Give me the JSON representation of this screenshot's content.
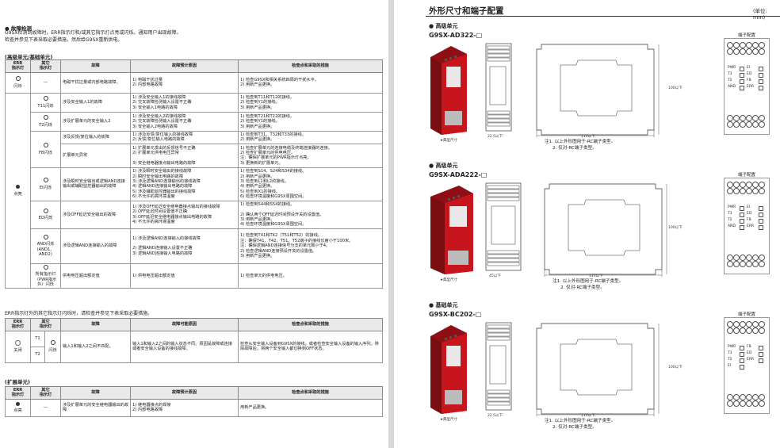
{
  "left": {
    "section_title": "● 故障检测",
    "intro_line1": "G9SX检测到故障时，ERR指示灯和/或其它指示灯点亮或闪烁。通知用户出现故障。",
    "intro_line2": "检查并参见下表采取必要措施，然后给G9SX重新供电。",
    "advanced_heading": "(高级单元/基础单元)",
    "headers": [
      "ERR\n指示灯",
      "其它\n指示灯",
      "故障",
      "故障预计原因",
      "检查点和采取的措施"
    ],
    "rows": [
      {
        "err": "闪烁",
        "other": "—",
        "fault": "电磁干扰过量或内部电路故障。",
        "cause": "1) 电磁干扰过量\n2) 内部电路故障",
        "action": "1) 检查G9SX和相关系统四周的干扰水平。\n2) 用新产品更换。"
      },
      {
        "err": "",
        "other": "T11闪烁",
        "fault": "涉及安全输入1的故障",
        "cause": "1) 涉及安全输入1的接线故障\n2) 交叉故障检测输入设置不正确\n3) 安全输入1电路的故障",
        "action": "1) 检查到T11和T12的接线。\n2) 检查到Y1的接线。\n3) 用新产品更换。"
      },
      {
        "err": "",
        "other": "T2闪烁",
        "fault": "涉及扩展单元的安全输入2",
        "cause": "1) 涉及安全输入2的接线故障\n2) 交叉故障检测输入设置不正确\n3) 安全输入2电路的故障",
        "action": "1) 检查到T21和T22的接线。\n2) 检查到Y1的接线。\n3) 用新产品更换。"
      },
      {
        "err": "",
        "other": "FB闪烁",
        "fault": "涉及反馈/复位输入的故障",
        "cause": "1) 涉及反馈/复位输入的接线故障\n2) 反馈/复位输入电路的故障",
        "action": "1) 检查到T31、T32和T33的接线。\n2) 用新产品更换。"
      },
      {
        "err": "点亮",
        "other": "",
        "fault": "扩展单元异常",
        "cause": "1) 扩展单元发出的反馈信号不正确\n2) 扩展单元供电电压异常\n\n3) 安全继电器接点输出电路的故障",
        "action": "1) 检查扩展单元的连接电缆及终端连接器的连接。\n2) 检查扩展单元的供电电压。\n注：确保扩展单元的PWR指示灯点亮。\n3) 更换新的扩展单元。"
      },
      {
        "err": "",
        "other": "EI闪烁",
        "fault": "涉及瞬时安全输出或逻辑AND连接输出或辅助监控器输出的故障",
        "cause": "1) 涉及瞬时安全输出的接线故障\n2) 瞬时安全输出电路的故障\n3) 涉及逻辑AND连接输出的接线故障\n4) 逻辑AND连接输出电路的故障\n5) 涉及辅助监控器输出的接线故障\n6) 不允许的高环境温度",
        "action": "1) 检查到S14、S24和S34的接线。\n2) 用新产品更换。\n3) 检查到L1和L2的接线。\n4) 用新产品更换。\n5) 检查到X1的接线。\n6) 检查环境温度和G9SX周围空间。"
      },
      {
        "err": "",
        "other": "ED闪烁",
        "fault": "涉及OFF延迟安全输出的故障",
        "cause": "1) 涉及OFF延迟安全继电器接点输出的接线故障\n2) OFF延迟时间设置值不正确\n3) OFF延迟安全继电器接点输出电路的故障\n4) 不允许的高环境温度",
        "action": "1) 检查到S44和S54的接线。\n\n2) 确认两个OFF延迟时间预设开关的设置值。\n3) 用新产品更换。\n4) 检查环境温度和G9SX周围空间。"
      },
      {
        "err": "",
        "other": "AND闪烁\n(AND1、\nAND2)",
        "fault": "涉及逻辑AND连接输入的故障",
        "cause": "1) 涉及逻辑AND连接输入的接线故障\n\n2) 逻辑AND连接输入设置不正确\n3) 逻辑AND连接输入电路的故障",
        "action": "1) 检查到T41和T42（T51和T52）的接线。\n注：确保T41、T42、T51、T52端子的接线长度小于100米。\n注：确保逻辑AND连接信号分支的单元数小于4。\n2) 检查逻辑AND连接预设开关的设置值。\n3) 用新产品更换。"
      },
      {
        "err": "",
        "other": "所有指示灯\n（PWR指示\n外）闪烁",
        "fault": "供电电压超出额定值",
        "cause": "1) 供电电压超出额定值",
        "action": "1) 检查单元的供电电压。"
      }
    ],
    "err_other_text": "ERR指示灯外的其它指示灯闪烁时，请检查并参见下表采取必要措施。",
    "other_headers": [
      "ERR\n指示灯",
      "其它\n指示灯",
      "故障",
      "故障可能原因",
      "检查点和采取的措施"
    ],
    "other_row": {
      "err": "关闭",
      "t1": "T1",
      "t2": "T2",
      "blink": "闪烁",
      "fault": "输入1和输入2之间不匹配。",
      "cause": "输入1和输入2之间的输入状态不同。原因是故障或连接或者安全输入设备的接线故障。",
      "action": "检查从安全输入设备到G9SX的接线。或者检查安全输入设备的输入序列。排除故障后，将两个安全输入都切换到OFF状态。"
    },
    "expansion_heading": "(扩展单元)",
    "exp_headers": [
      "ERR\n指示灯",
      "其它\n指示灯",
      "故障",
      "故障预计原因",
      "检查点和采取的措施"
    ],
    "exp_row": {
      "err": "点亮",
      "other": "—",
      "fault": "涉及扩展单元的安全继电器输出的故障",
      "cause": "1) 继电器接点的焊接\n2) 内部电路故障",
      "action": "用新产品更换。"
    }
  },
  "right": {
    "title": "外形尺寸和端子配置",
    "unit": "(单位: mm)",
    "sections": [
      {
        "heading": "● 高级单元",
        "model": "G9SX-AD322-□",
        "note1": "注1. 以上外形图用于-RC端子类型。",
        "note2": "2. 仅对-RC端子类型。",
        "dim_width": "115以下",
        "dim_height": "100以下",
        "dim_depth": "22.5以下",
        "term_title": "端子配置"
      },
      {
        "heading": "● 高级单元",
        "model": "G9SX-ADA222-□",
        "note1": "注1. 以上外形图用于-RC端子类型。",
        "note2": "2. 仅对-RC端子类型。",
        "dim_width": "115以下",
        "dim_height": "100以下",
        "dim_depth": "45以下",
        "term_title": "端子配置"
      },
      {
        "heading": "● 基础单元",
        "model": "G9SX-BC202-□",
        "note1": "注1. 以上外形图用于-RC端子类型。",
        "note2": "2. 仅对-RC端子类型。",
        "dim_width": "115以下",
        "dim_height": "100以下",
        "dim_depth": "22.5以下",
        "term_title": "端子配置"
      }
    ],
    "image_label": "★典型尺寸",
    "led_labels_a": [
      "PWR",
      "T1",
      "T2",
      "AND",
      "EI",
      "ED",
      "FB",
      "ERR"
    ],
    "led_labels_c": [
      "PWR",
      "T1",
      "T2",
      "EI",
      "FB",
      "ED",
      "ERR"
    ]
  },
  "colors": {
    "product_red": "#c8141c",
    "product_gray": "#9a9a9a",
    "header_gray": "#e9e9e9"
  }
}
